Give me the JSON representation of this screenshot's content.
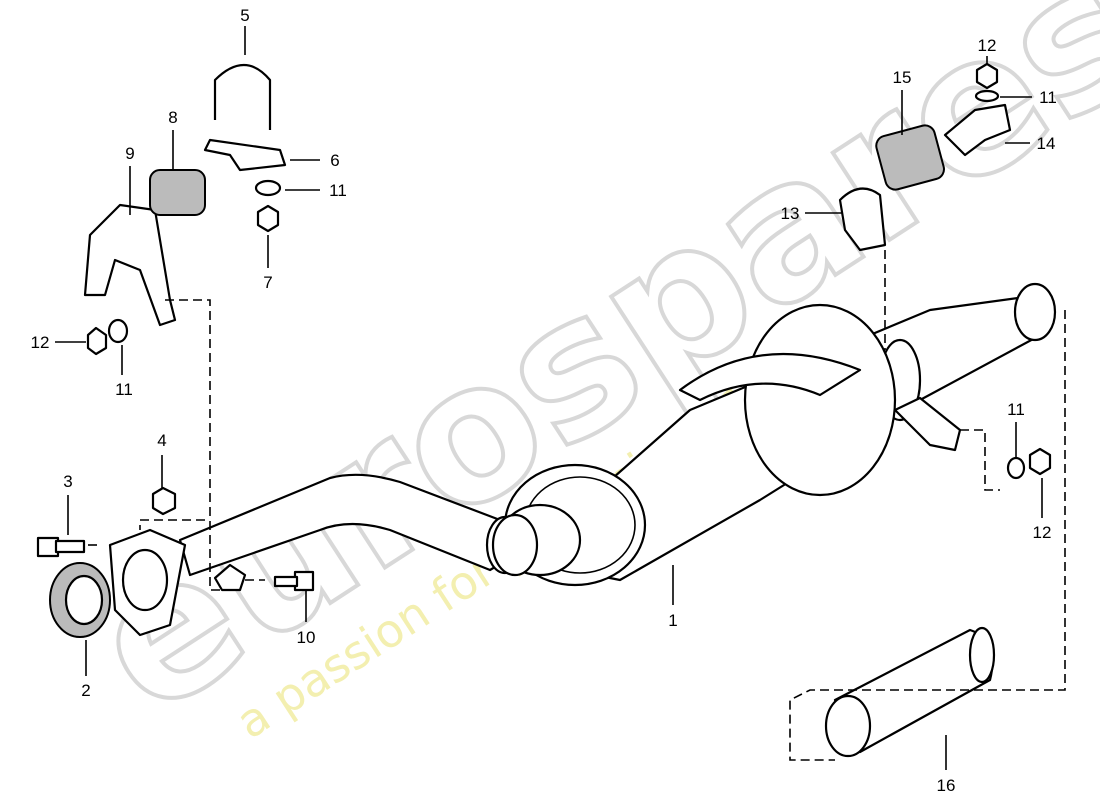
{
  "watermark": {
    "brand": "eurospares",
    "tagline": "a passion for parts since 1985",
    "tagline_color": "#f3efb0",
    "brand_color": "#d8d8d8"
  },
  "callouts": {
    "c1": "1",
    "c2": "2",
    "c3": "3",
    "c4": "4",
    "c5": "5",
    "c6": "6",
    "c7": "7",
    "c8": "8",
    "c9": "9",
    "c10": "10",
    "c11a": "11",
    "c11b": "11",
    "c11c": "11",
    "c11d": "11",
    "c12a": "12",
    "c12b": "12",
    "c12c": "12",
    "c13": "13",
    "c14": "14",
    "c15": "15",
    "c16": "16"
  }
}
